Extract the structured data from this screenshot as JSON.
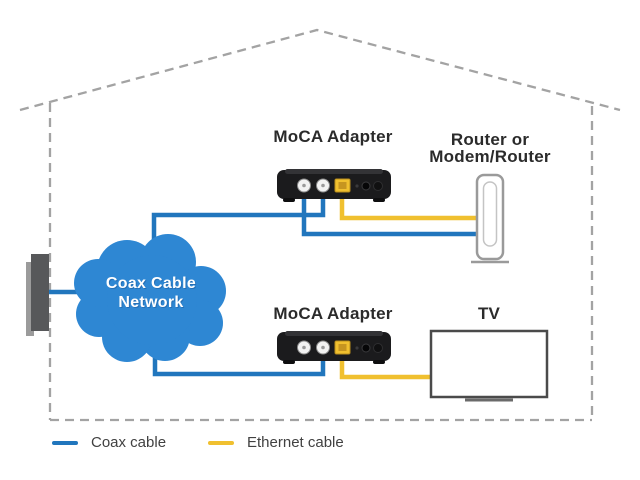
{
  "diagram": {
    "devices": {
      "moca_adapter_top": {
        "label": "MoCA Adapter"
      },
      "router": {
        "label_line1": "Router or",
        "label_line2": "Modem/Router"
      },
      "moca_adapter_bottom": {
        "label": "MoCA Adapter"
      },
      "tv": {
        "label": "TV"
      },
      "cloud": {
        "label_line1": "Coax Cable",
        "label_line2": "Network"
      }
    },
    "legend": {
      "items": [
        {
          "label": "Coax cable",
          "color": "#2176BD"
        },
        {
          "label": "Ethernet cable",
          "color": "#F0C02F"
        }
      ]
    },
    "colors": {
      "coax_cable": "#2176BD",
      "ethernet_cable": "#F0C02F",
      "cloud_fill": "#2E87D3",
      "house_outline": "#A3A3A3",
      "adapter_body": "#1B1B1D",
      "ethernet_port": "#F0C02F"
    }
  }
}
